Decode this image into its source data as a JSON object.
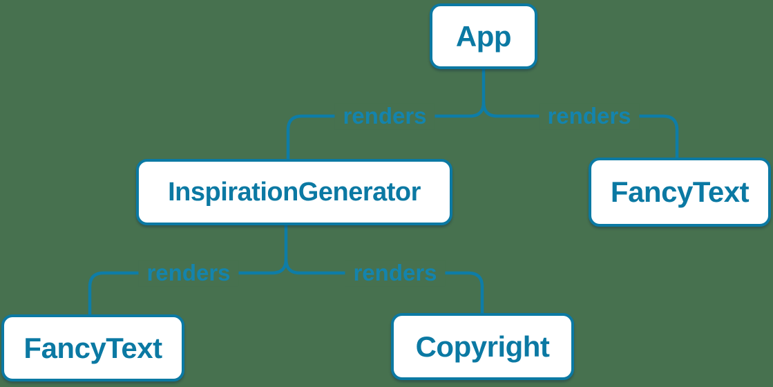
{
  "colors": {
    "background": "#47714F",
    "accent": "#0B79A3",
    "line": "#0E7DA7",
    "edge_label_text": "#1484AD",
    "node_fill": "#FFFFFF"
  },
  "diagram": {
    "type": "component-render-tree",
    "nodes": [
      {
        "id": "app",
        "label": "App"
      },
      {
        "id": "inspiration-generator",
        "label": "InspirationGenerator"
      },
      {
        "id": "fancy-text-top",
        "label": "FancyText"
      },
      {
        "id": "fancy-text-bottom",
        "label": "FancyText"
      },
      {
        "id": "copyright",
        "label": "Copyright"
      }
    ],
    "edges": [
      {
        "from": "App",
        "to": "InspirationGenerator",
        "label": "renders"
      },
      {
        "from": "App",
        "to": "FancyText",
        "label": "renders"
      },
      {
        "from": "InspirationGenerator",
        "to": "FancyText",
        "label": "renders"
      },
      {
        "from": "InspirationGenerator",
        "to": "Copyright",
        "label": "renders"
      }
    ]
  }
}
